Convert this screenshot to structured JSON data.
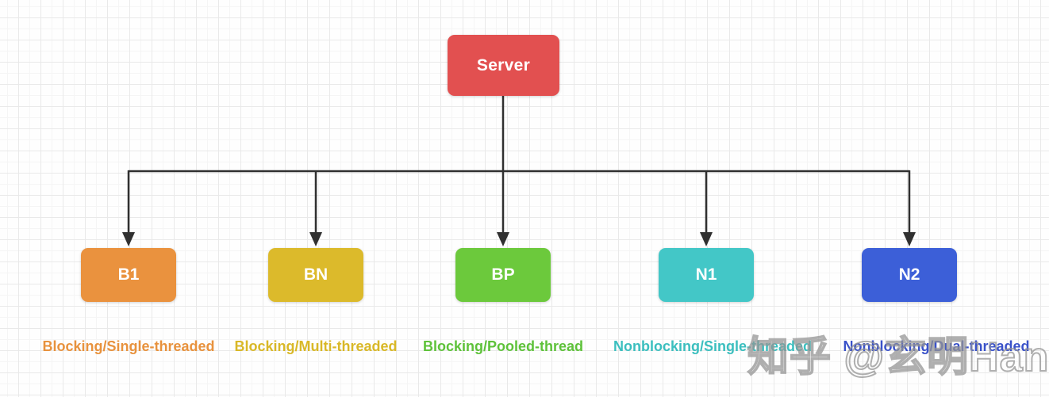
{
  "diagram": {
    "root": {
      "label": "Server",
      "color": "#e25050",
      "text_color": "#ffffff"
    },
    "children": [
      {
        "id": "B1",
        "label": "B1",
        "color": "#ea923e",
        "caption": "Blocking/Single-threaded",
        "caption_color": "#e8923d"
      },
      {
        "id": "BN",
        "label": "BN",
        "color": "#dcba2b",
        "caption": "Blocking/Multi-threaded",
        "caption_color": "#d9b827"
      },
      {
        "id": "BP",
        "label": "BP",
        "color": "#6cc93c",
        "caption": "Blocking/Pooled-thread",
        "caption_color": "#5ec23a"
      },
      {
        "id": "N1",
        "label": "N1",
        "color": "#43c7c7",
        "caption": "Nonblocking/Single-threaded",
        "caption_color": "#3bbfbf"
      },
      {
        "id": "N2",
        "label": "N2",
        "color": "#3c5fd8",
        "caption": "Nonblocking/Dual-threaded",
        "caption_color": "#3a52c9"
      }
    ],
    "connector_color": "#303030"
  },
  "watermark": {
    "text": "知乎 @玄明Hanko",
    "color": "#949494"
  }
}
